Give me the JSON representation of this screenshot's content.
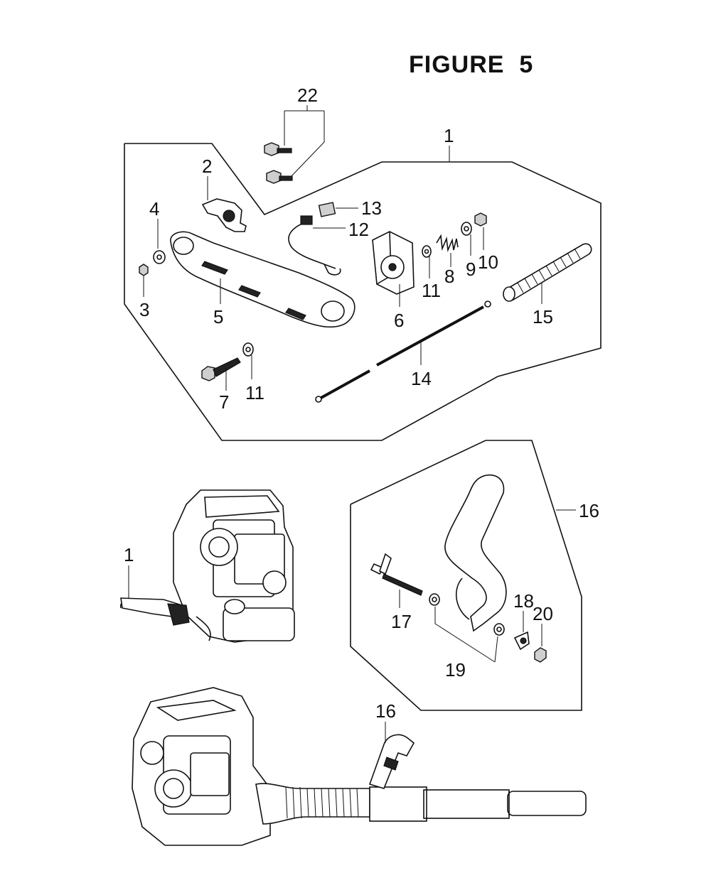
{
  "figure_title": "FIGURE  5",
  "callouts": {
    "c1": "1",
    "c2": "2",
    "c3": "3",
    "c4": "4",
    "c5": "5",
    "c6": "6",
    "c7": "7",
    "c8": "8",
    "c9": "9",
    "c10": "10",
    "c11a": "11",
    "c11b": "11",
    "c12": "12",
    "c13": "13",
    "c14": "14",
    "c15": "15",
    "c16": "16",
    "c17": "17",
    "c18": "18",
    "c19": "19",
    "c20": "20",
    "c22": "22",
    "assembly_1": "1",
    "assembly_16": "16"
  },
  "icons": {
    "bolt": "hex-bolt-icon",
    "nut": "hex-nut-icon",
    "washer": "washer-icon",
    "spring": "spring-icon",
    "wing_nut": "wing-nut-icon"
  }
}
